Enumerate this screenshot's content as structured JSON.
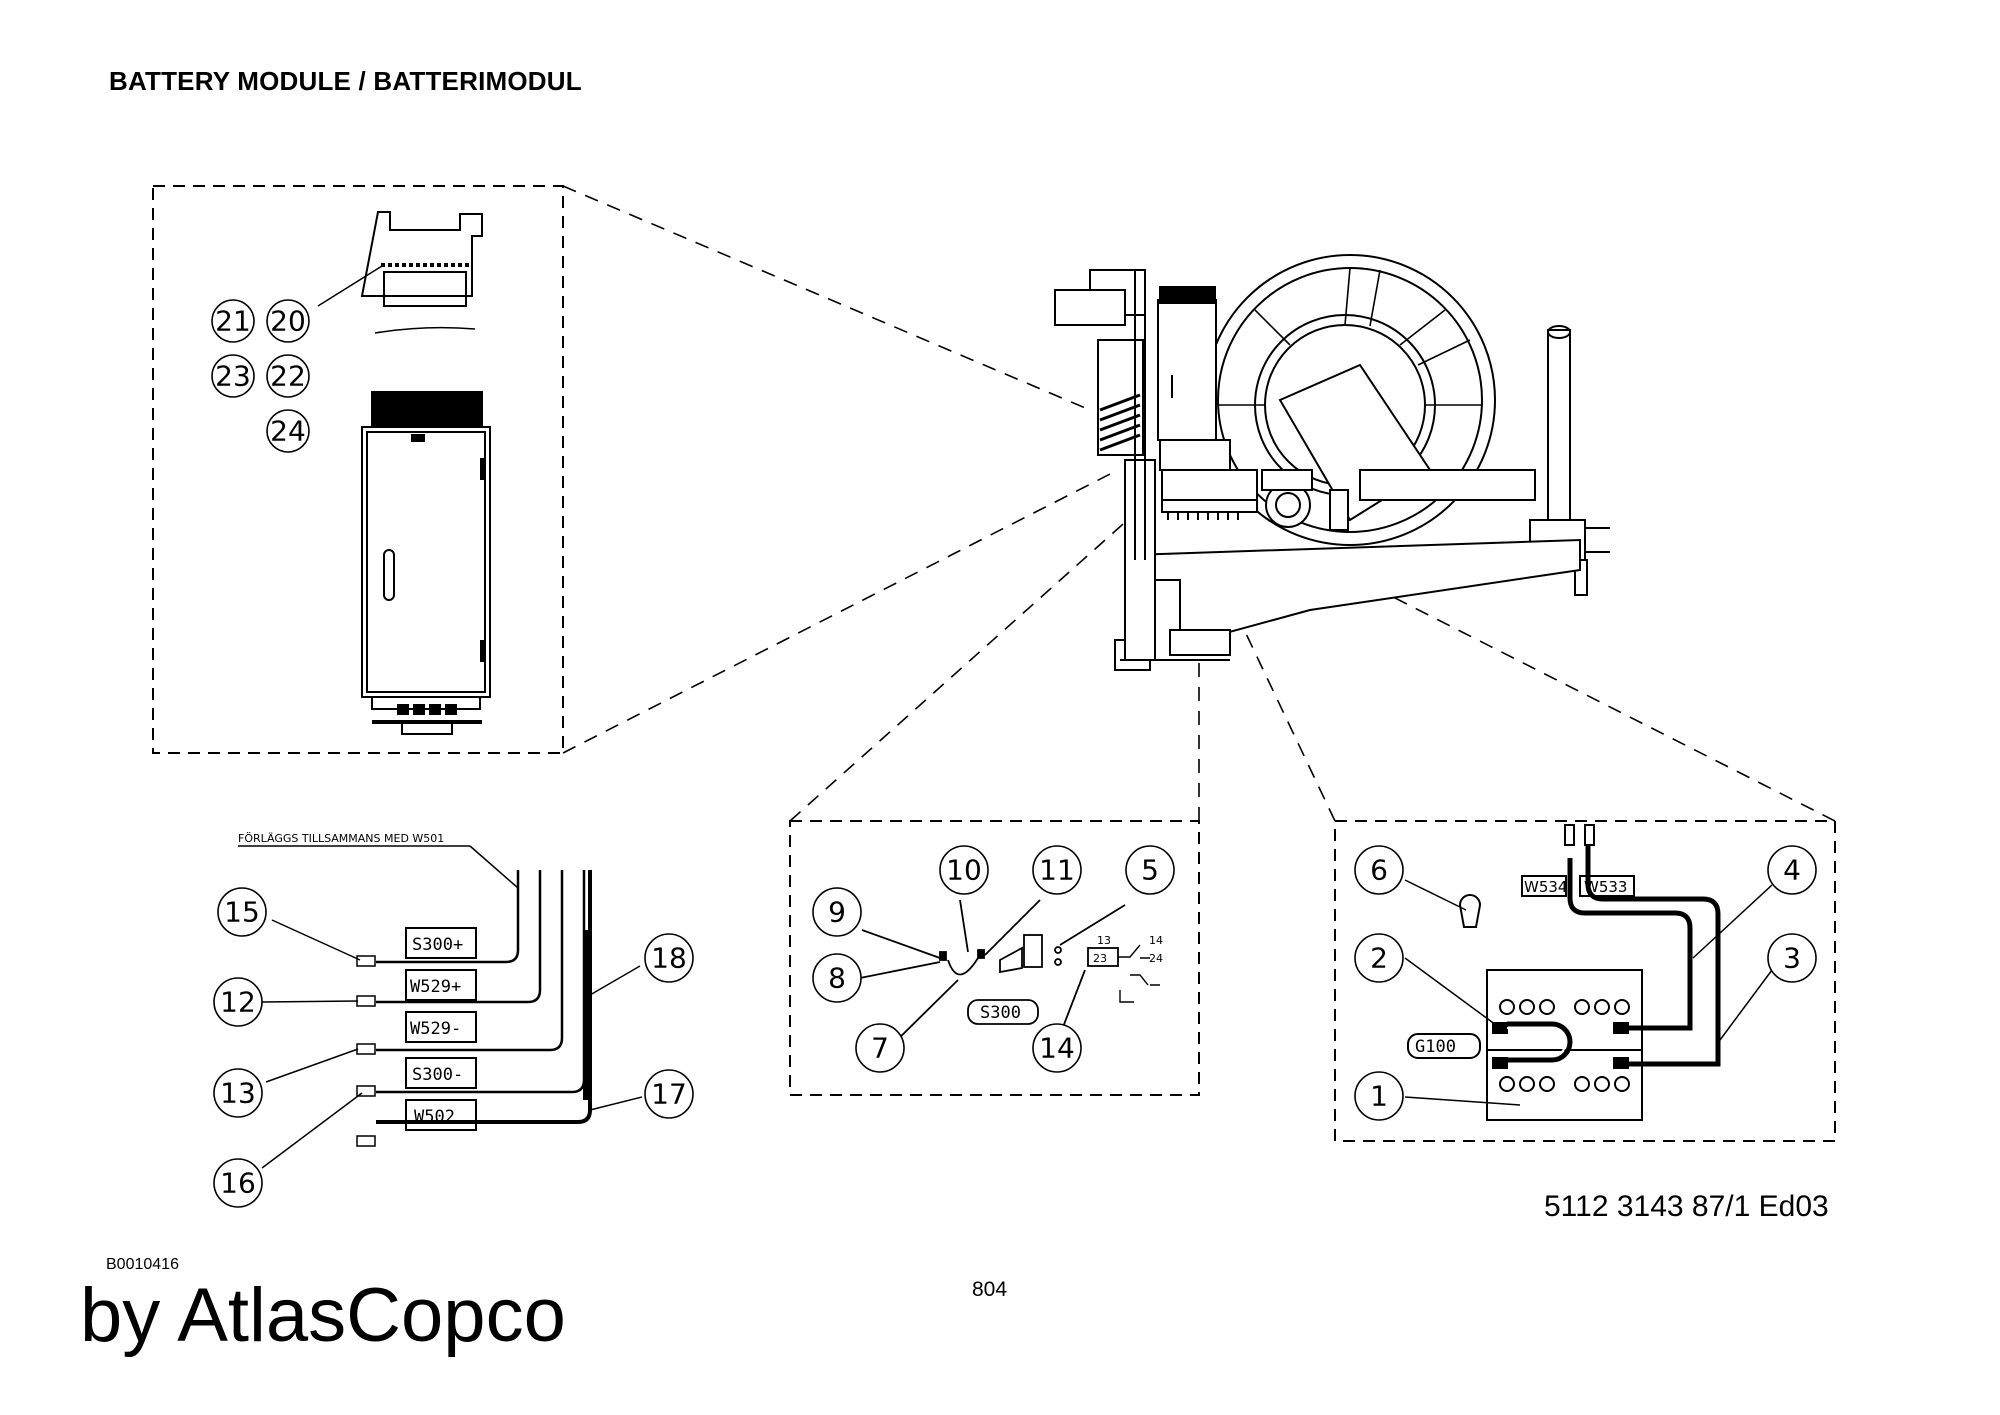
{
  "header": {
    "title": "BATTERY MODULE / BATTERIMODUL"
  },
  "footer": {
    "document_number": "5112 3143 87/1  Ed03",
    "drawing_code": "B0010416",
    "page_number": "804",
    "brand": "by AtlasCopco"
  },
  "callouts": {
    "b1": "1",
    "b2": "2",
    "b3": "3",
    "b4": "4",
    "b5": "5",
    "b6": "6",
    "b7": "7",
    "b8": "8",
    "b9": "9",
    "b10": "10",
    "b11": "11",
    "b12": "12",
    "b13": "13",
    "b14": "14",
    "b15": "15",
    "b16": "16",
    "b17": "17",
    "b18": "18",
    "b20": "20",
    "b21": "21",
    "b22": "22",
    "b23": "23",
    "b24": "24"
  },
  "cable_labels": {
    "note": "FÖRLÄGGS TILLSAMMANS MED W501",
    "s300_plus": "S300+",
    "w529_plus": "W529+",
    "w529_minus": "W529-",
    "s300_minus": "S300-",
    "w502": "W502"
  },
  "switch_labels": {
    "tag": "S300",
    "c13": "13",
    "c14": "14",
    "c23": "23",
    "c24": "24"
  },
  "battery_labels": {
    "tag": "G100",
    "w534": "W534",
    "w533": "W533"
  }
}
